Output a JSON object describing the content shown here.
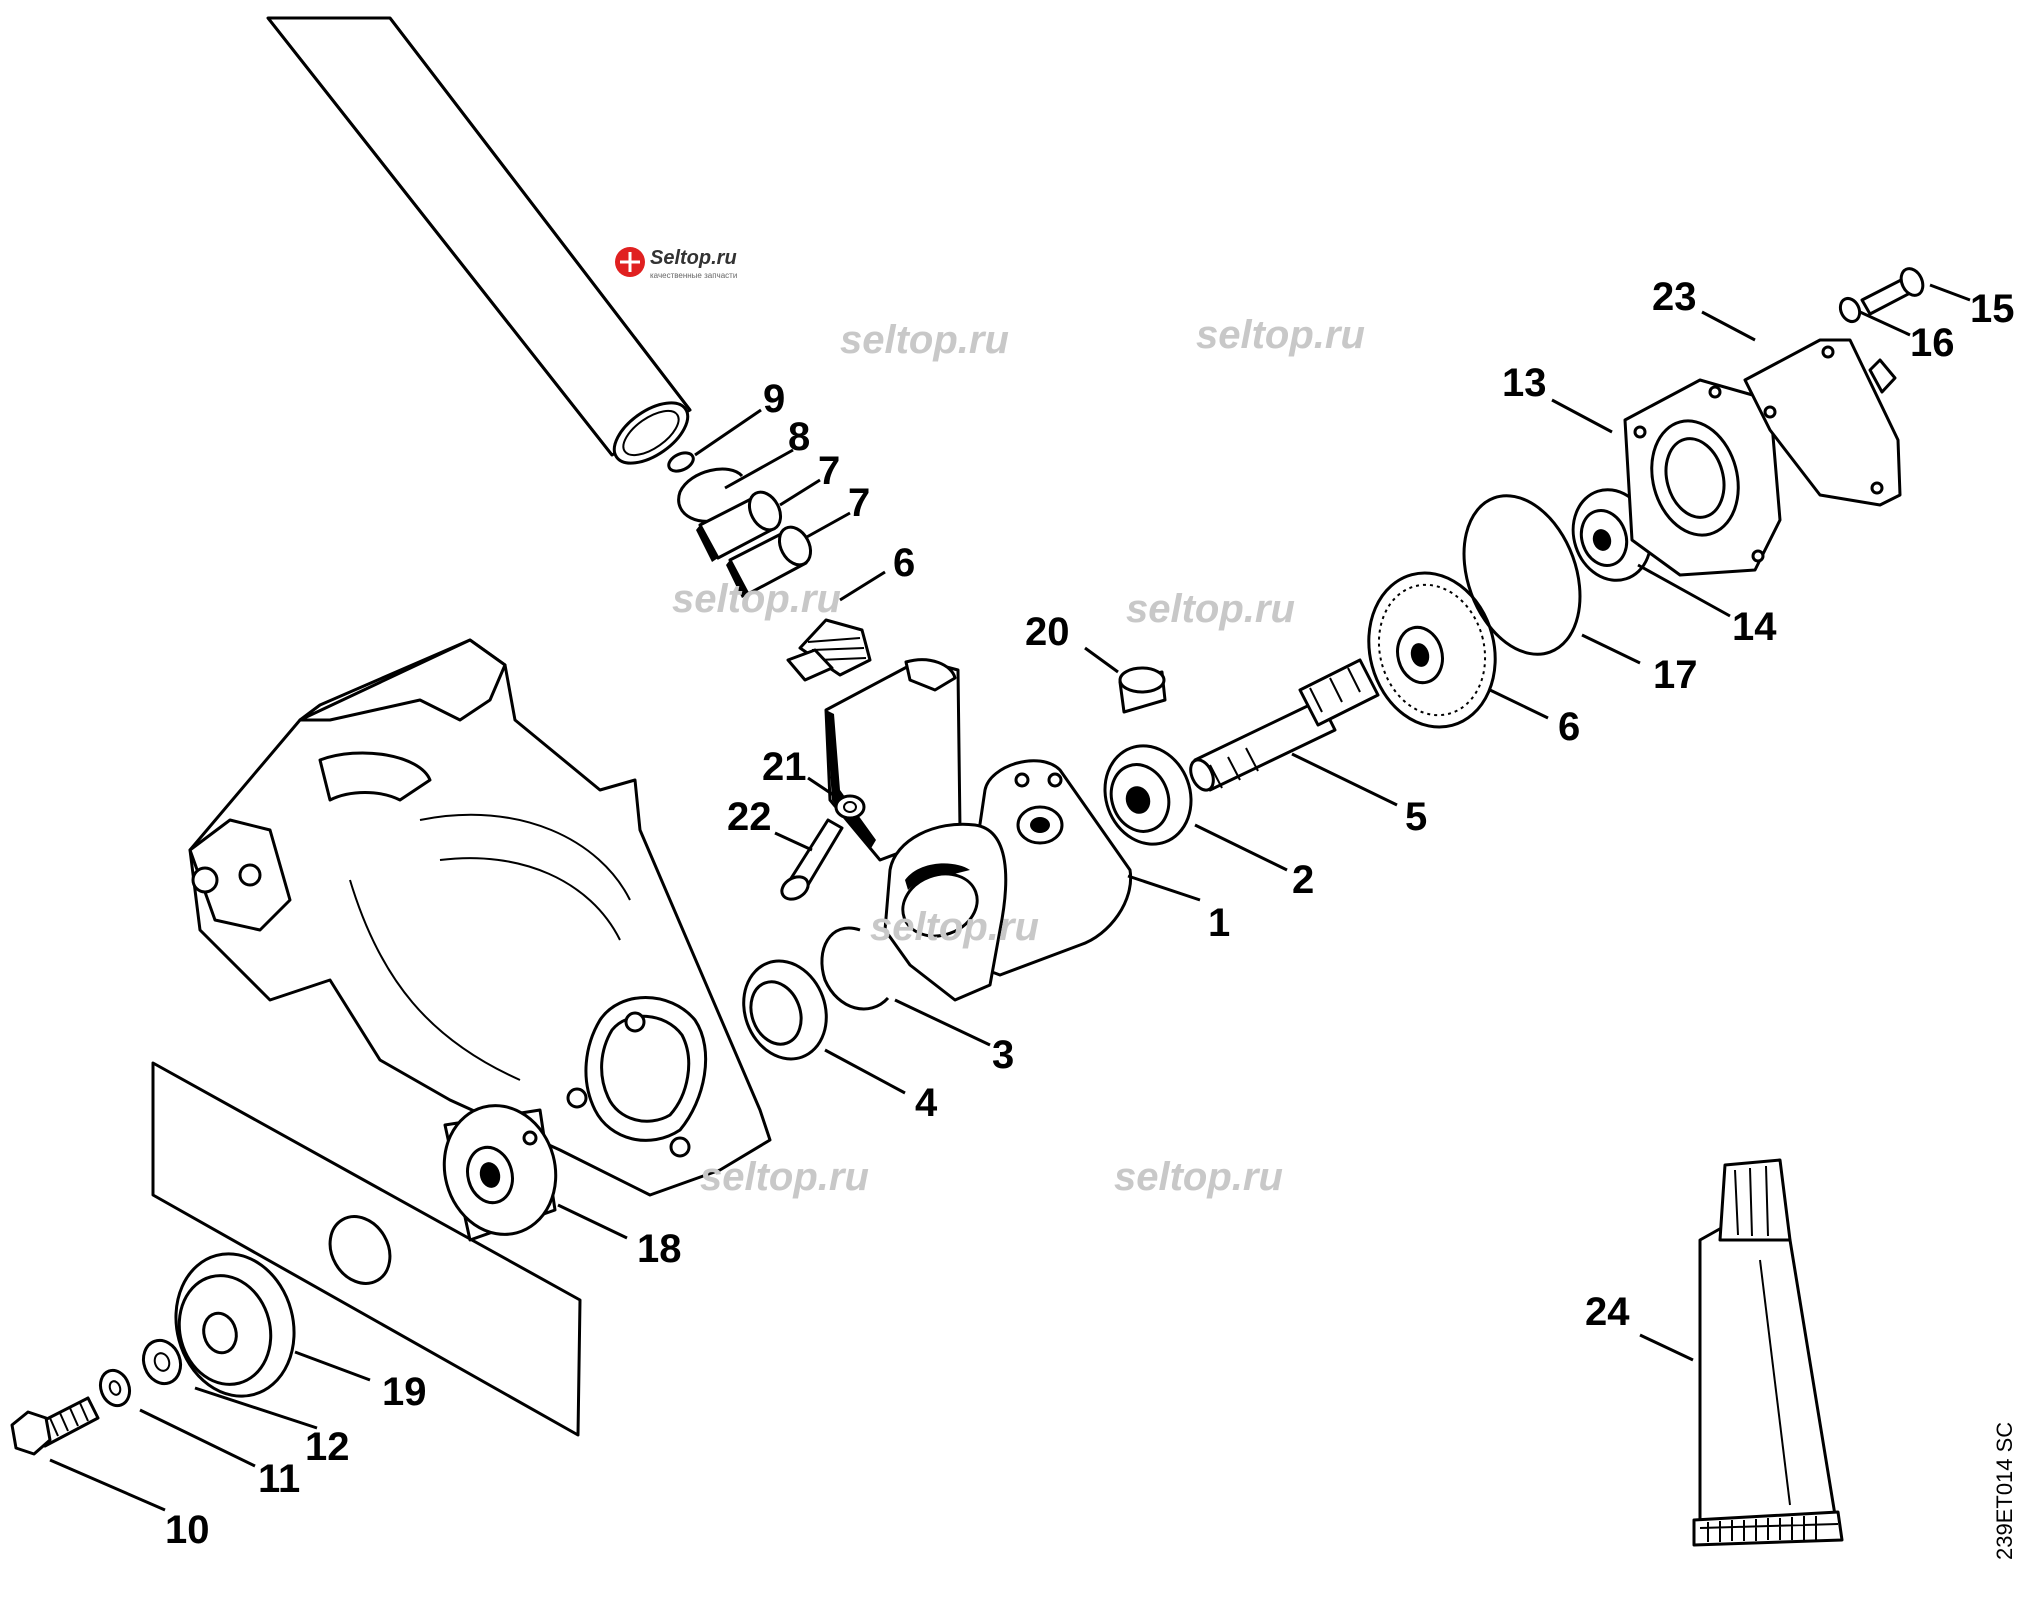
{
  "watermark_logo": {
    "brand": "Seltop.ru",
    "tagline": "качественные запчасти",
    "color": "#e02020"
  },
  "watermarks": [
    "seltop.ru",
    "seltop.ru",
    "seltop.ru",
    "seltop.ru",
    "seltop.ru",
    "seltop.ru",
    "seltop.ru"
  ],
  "diagram_ref": "239ET014 SC",
  "part_labels": [
    "1",
    "2",
    "3",
    "4",
    "5",
    "6",
    "6",
    "7",
    "7",
    "8",
    "9",
    "10",
    "11",
    "12",
    "13",
    "14",
    "15",
    "16",
    "17",
    "18",
    "19",
    "20",
    "21",
    "22",
    "23",
    "24"
  ]
}
